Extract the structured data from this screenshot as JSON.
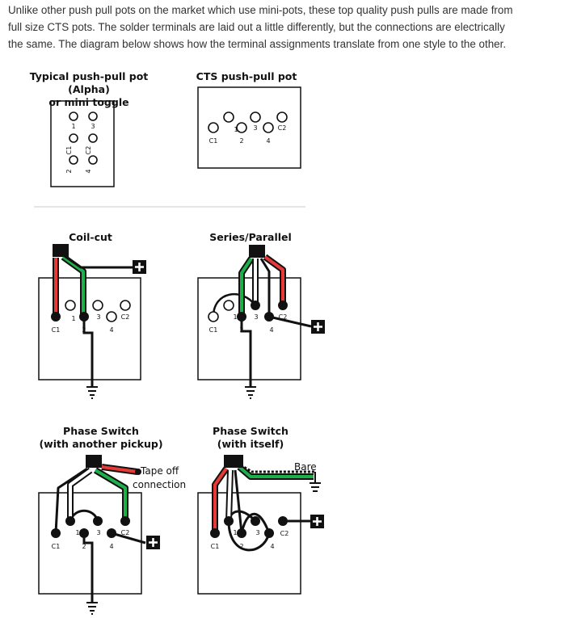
{
  "intro": {
    "line1": "Unlike other push pull pots on the market which use mini-pots, these top quality push pulls are made from",
    "line2": "full size CTS pots. The solder terminals are laid out a little differently, but the connections are electrically",
    "line3": "the same. The diagram below shows how the terminal assignments translate from one style to the other."
  },
  "diagrams": {
    "alpha": {
      "title1": "Typical push-pull pot (Alpha)",
      "title2": "or mini toggle"
    },
    "cts": {
      "title": "CTS push-pull pot"
    },
    "coilcut": {
      "title": "Coil-cut"
    },
    "series": {
      "title": "Series/Parallel"
    },
    "phase_other": {
      "title1": "Phase Switch",
      "title2": "(with another pickup)",
      "tape_note1": "Tape off",
      "tape_note2": "connection"
    },
    "phase_self": {
      "title1": "Phase Switch",
      "title2": "(with itself)",
      "bare_label": "Bare"
    }
  },
  "terminal_labels": {
    "t1": "1",
    "t2": "2",
    "t3": "3",
    "t4": "4",
    "c1": "C1",
    "c2": "C2"
  },
  "wire_colors": {
    "red": "#e63a36",
    "green": "#1db04a",
    "black": "#111111",
    "white": "#ffffff"
  }
}
